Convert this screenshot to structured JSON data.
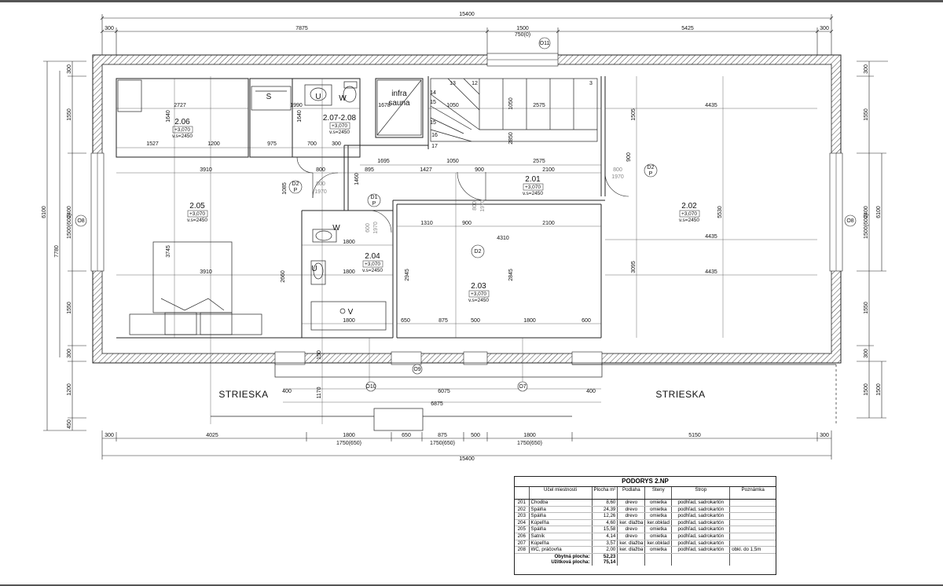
{
  "plan": {
    "total_width_label": "15400",
    "top_dims": [
      "300",
      "7875",
      "1500",
      "750(0)",
      "5425",
      "300"
    ],
    "bottom_dims": [
      "300",
      "4025",
      "1800",
      "650",
      "875",
      "500",
      "1800",
      "5150",
      "300"
    ],
    "bottom_sub": [
      "1750(650)",
      "1750(650)",
      "1750(650)"
    ],
    "left_dims": [
      "300",
      "1550",
      "2400",
      "1550",
      "300",
      "1200",
      "450"
    ],
    "left_total": [
      "6100",
      "7780",
      "1500(600)"
    ],
    "right_dims": [
      "300",
      "1550",
      "2400",
      "1550",
      "300",
      "1500"
    ],
    "right_total": [
      "1500(600)",
      "6100",
      "1500"
    ],
    "inner_dims": [
      "2727",
      "1640",
      "1527",
      "1200",
      "975",
      "700",
      "300",
      "1990",
      "1640",
      "1678",
      "1050",
      "1050",
      "2575",
      "4435",
      "1505",
      "3910",
      "1695",
      "1427",
      "1050",
      "900",
      "2575",
      "2100",
      "895",
      "800",
      "1460",
      "1085",
      "1310",
      "900",
      "4310",
      "2100",
      "4435",
      "5530",
      "3745",
      "3910",
      "2660",
      "1800",
      "1800",
      "2945",
      "2845",
      "3095",
      "4435",
      "650",
      "875",
      "500",
      "1800",
      "600",
      "1800",
      "400",
      "6075",
      "400",
      "6875",
      "1170",
      "150",
      "800",
      "1970",
      "800",
      "1970",
      "600",
      "1970",
      "800",
      "1970",
      "2850",
      "900"
    ],
    "stair_numbers": [
      "13",
      "12",
      "3",
      "14",
      "15",
      "15",
      "16",
      "17"
    ],
    "rooms": [
      {
        "no": "2.06",
        "level": "+3,070",
        "height": "v.s=2450"
      },
      {
        "no": "2.07-2.08",
        "level": "+3,070",
        "height": "v.s=2450"
      },
      {
        "no": "2.01",
        "level": "+3,070",
        "height": "v.s=2450"
      },
      {
        "no": "2.02",
        "level": "+3,070",
        "height": "v.s=2450"
      },
      {
        "no": "2.05",
        "level": "+3,070",
        "height": "v.s=2450"
      },
      {
        "no": "2.04",
        "level": "+3,070",
        "height": "v.s=2450"
      },
      {
        "no": "2.03",
        "level": "+3,070",
        "height": "v.s=2450"
      }
    ],
    "fixtures": {
      "s": "S",
      "u1": "U",
      "w1": "W",
      "w2": "W",
      "u2": "U",
      "v": "V",
      "sauna1": "infra",
      "sauna2": "sauna"
    },
    "doors": {
      "d1": "D1",
      "d1p": "P",
      "d2a": "D2",
      "d2ap": "P",
      "d2b": "D2",
      "d2bp": "P",
      "d2c": "D2"
    },
    "windows": [
      "O11",
      "O8",
      "O8",
      "O10",
      "O9",
      "O7"
    ],
    "roofs": [
      "STRIESKA",
      "STRIESKA"
    ]
  },
  "legend": {
    "title": "PODORYS 2.NP",
    "headers": [
      "",
      "Účel miestnosti",
      "Plocha m²",
      "Podlaha",
      "Steny",
      "Strop",
      "Poznámka"
    ],
    "rows": [
      [
        "201",
        "Chodba",
        "8,60",
        "drevo",
        "omietka",
        "podhľad, sadrokartón",
        ""
      ],
      [
        "202",
        "Spálňa",
        "24,39",
        "drevo",
        "omietka",
        "podhľad, sadrokartón",
        ""
      ],
      [
        "203",
        "Spálňa",
        "12,26",
        "drevo",
        "omietka",
        "podhľad, sadrokartón",
        ""
      ],
      [
        "204",
        "Kúpeľňa",
        "4,60",
        "ker. dlažba",
        "ker.obklad",
        "podhľad, sadrokartón",
        ""
      ],
      [
        "205",
        "Spálňa",
        "15,58",
        "drevo",
        "omietka",
        "podhľad, sadrokartón",
        ""
      ],
      [
        "206",
        "Šatník",
        "4,14",
        "drevo",
        "omietka",
        "podhľad, sadrokartón",
        ""
      ],
      [
        "207",
        "Kúpeľňa",
        "3,57",
        "ker. dlažba",
        "ker.obklad",
        "podhľad, sadrokartón",
        ""
      ],
      [
        "208",
        "WC, práčovňa",
        "2,00",
        "ker. dlažba",
        "omietka",
        "podhľad, sadrokartón",
        "obkl. do 1,5m"
      ]
    ],
    "sum_living_label": "Obytná plocha:",
    "sum_living_value": "52,23",
    "sum_usable_label": "Úžitková plocha:",
    "sum_usable_value": "75,14"
  }
}
